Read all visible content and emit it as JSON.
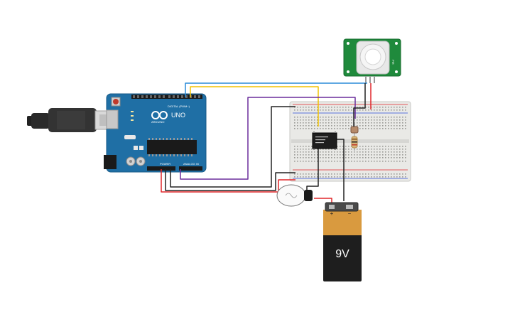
{
  "arduino": {
    "brand_text": "UNO",
    "logo_text": "ARDUINO",
    "digital_header_label": "DIGITAL (PWM~)",
    "power_header_label": "POWER",
    "analog_header_label": "ANALOG IN"
  },
  "battery": {
    "voltage_label": "9V",
    "plus_label": "+",
    "minus_label": "−"
  },
  "pir_sensor": {
    "side_label": "PIR"
  },
  "colors": {
    "arduino_board": "#1f6fa5",
    "breadboard": "#e9e9e6",
    "pir_board": "#1f8a3c",
    "battery_body": "#1e1e1e",
    "battery_label": "#d99a3f",
    "wire_red": "#e0262a",
    "wire_black": "#222222",
    "wire_yellow": "#f2c200",
    "wire_blue": "#2a8bd8",
    "wire_purple": "#6a2d9c"
  }
}
